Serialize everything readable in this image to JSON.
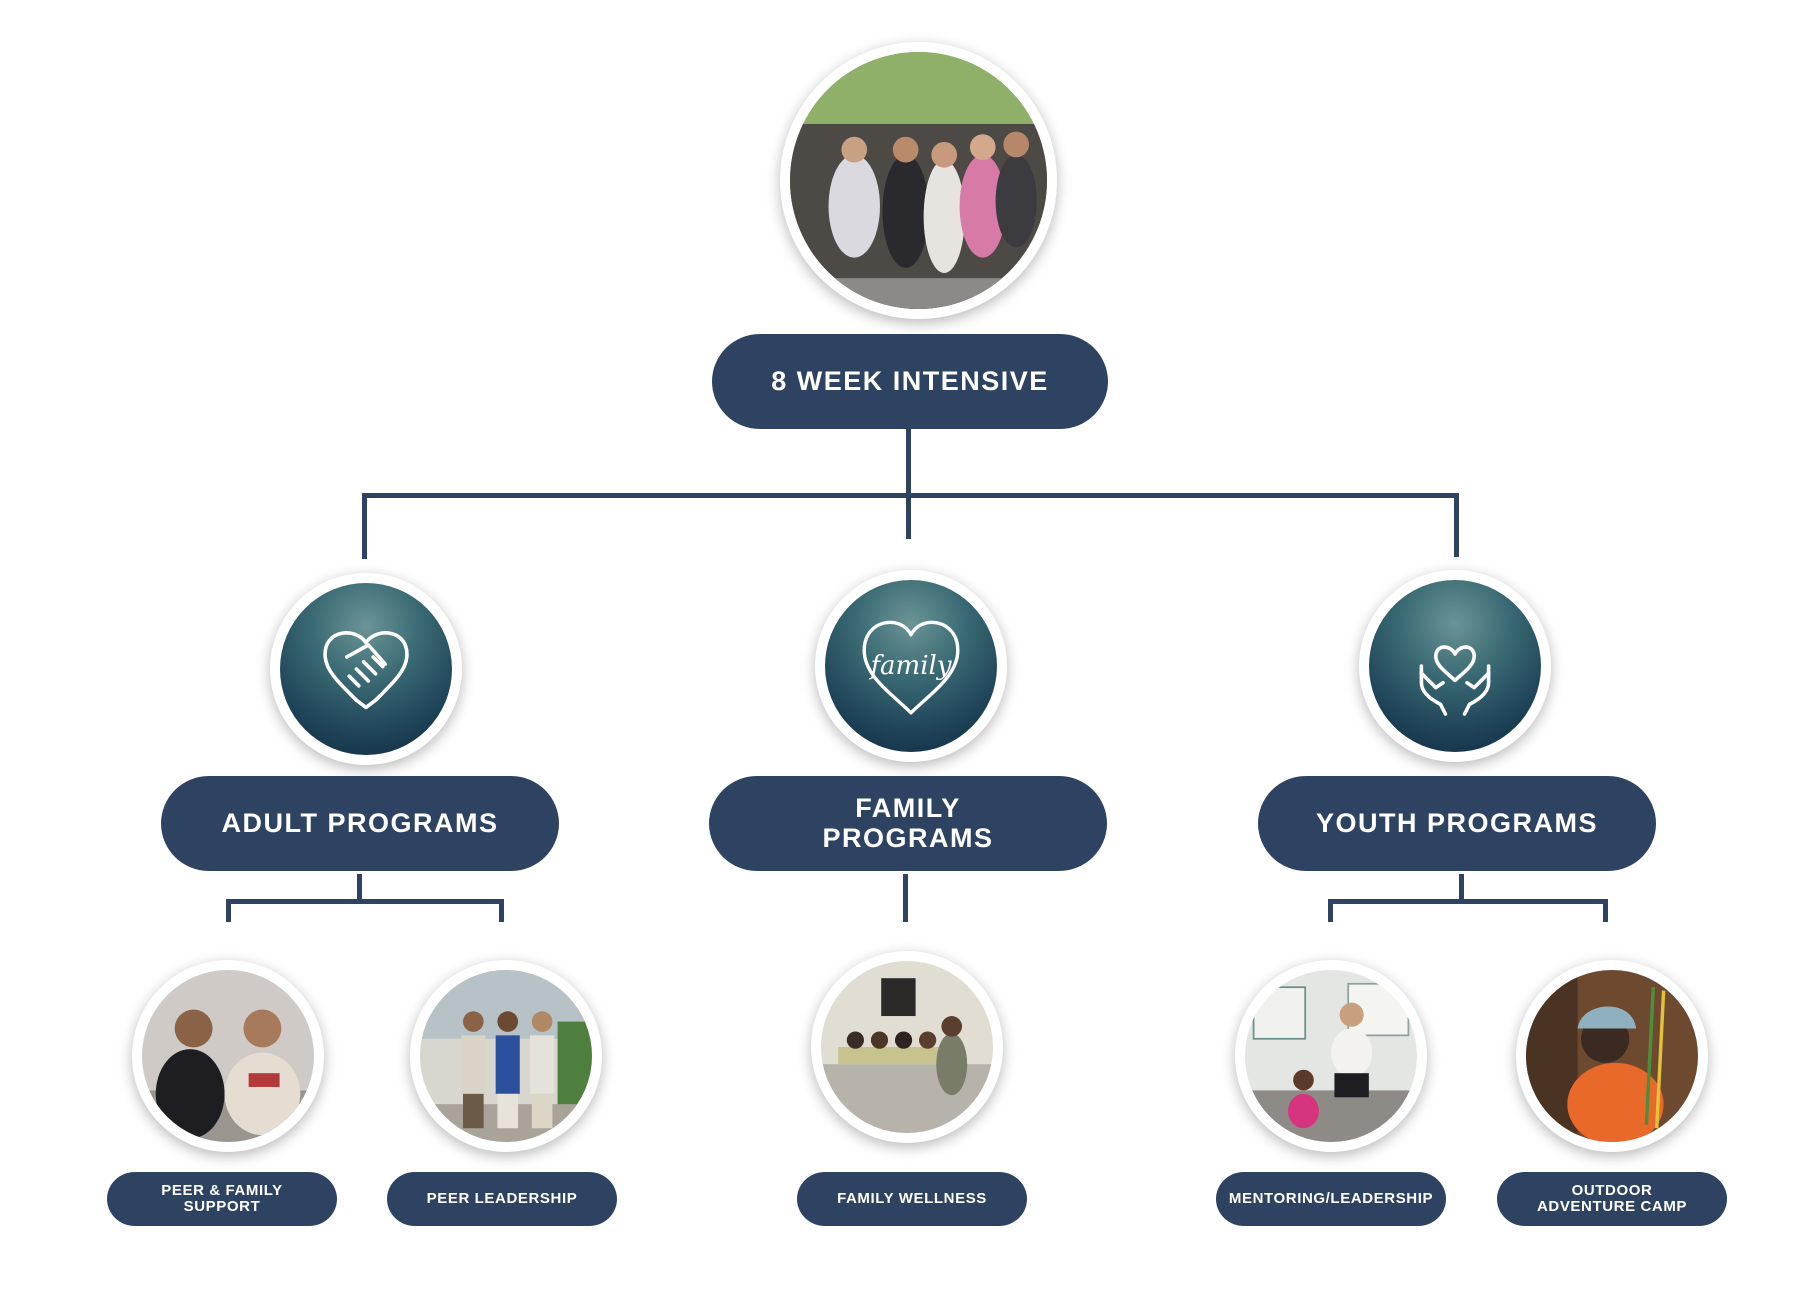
{
  "root": {
    "label": "8 WEEK INTENSIVE",
    "photo": "group-celebration-photo"
  },
  "programs": [
    {
      "label": "ADULT PROGRAMS",
      "icon": "handshake-heart-icon",
      "subprograms": [
        {
          "label": "PEER & FAMILY SUPPORT",
          "photo": "two-women-talking-photo"
        },
        {
          "label": "PEER LEADERSHIP",
          "photo": "three-men-standing-photo"
        }
      ]
    },
    {
      "label": "FAMILY PROGRAMS",
      "icon": "family-heart-icon",
      "icon_text": "family",
      "subprograms": [
        {
          "label": "FAMILY WELLNESS",
          "photo": "pottery-class-photo"
        }
      ]
    },
    {
      "label": "YOUTH PROGRAMS",
      "icon": "hands-holding-heart-icon",
      "subprograms": [
        {
          "label": "MENTORING/LEADERSHIP",
          "photo": "mentor-high-five-photo"
        },
        {
          "label": "OUTDOOR ADVENTURE CAMP",
          "photo": "climbing-helmet-photo"
        }
      ]
    }
  ],
  "colors": {
    "navy": "#2e4361",
    "teal_light": "#6b9596",
    "teal_dark": "#0f2a3d",
    "background": "#ffffff"
  }
}
